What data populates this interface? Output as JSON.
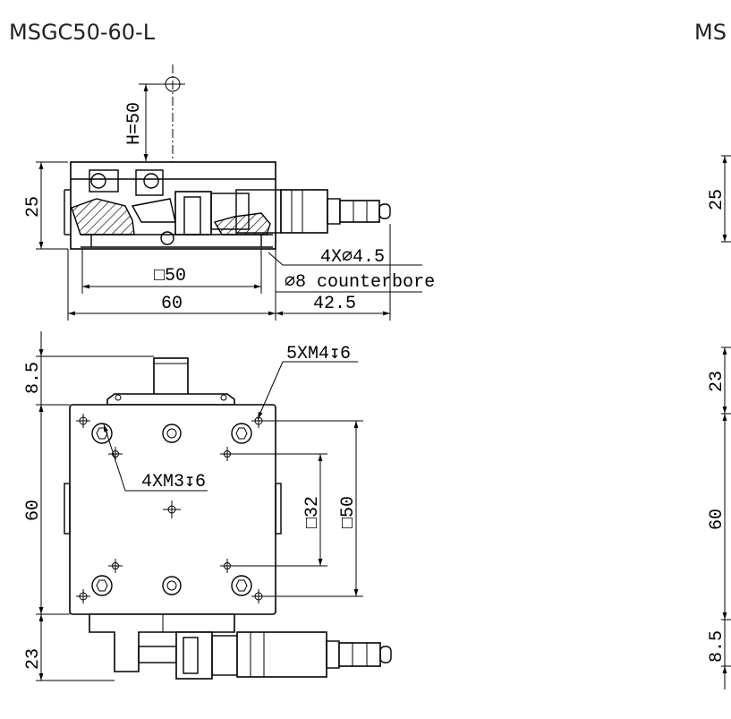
{
  "titles": {
    "left": "MSGC50-60-L",
    "right_partial": "MS"
  },
  "dimensions": {
    "height": "H=50",
    "side_thickness": "25",
    "mount_holes": "4X⌀4.5",
    "counterbore": "⌀8 counterbore",
    "base_square": "□50",
    "width": "60",
    "micrometer_reach": "42.5",
    "top_tapped": "5XM4↧6",
    "offset_top": "8.5",
    "table_length": "60",
    "side_tapped": "4XM3↧6",
    "inner_square": "□32",
    "outer_square": "□50",
    "offset_bottom": "23"
  },
  "right_view": {
    "d1": "25",
    "d2": "23",
    "d3": "60",
    "d4": "8.5"
  }
}
